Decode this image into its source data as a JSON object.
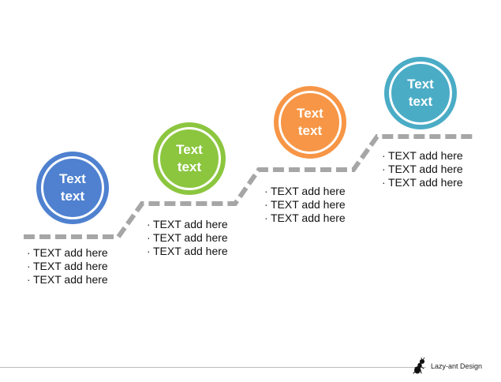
{
  "colors": {
    "path": "#a6a6a6",
    "bullet_text": "#111111"
  },
  "steps": [
    {
      "label": "Text\ntext",
      "color": "#4f81d0",
      "bullets": [
        "TEXT  add here",
        "TEXT  add here",
        "TEXT  add here"
      ]
    },
    {
      "label": "Text\ntext",
      "color": "#8cc63f",
      "bullets": [
        "TEXT  add here",
        "TEXT  add here",
        "TEXT  add here"
      ]
    },
    {
      "label": "Text\ntext",
      "color": "#f79646",
      "bullets": [
        "TEXT  add here",
        "TEXT  add here",
        "TEXT  add here"
      ]
    },
    {
      "label": "Text\ntext",
      "color": "#4bacc6",
      "bullets": [
        "TEXT  add here",
        "TEXT  add here",
        "TEXT  add here"
      ]
    }
  ],
  "bullet_marker": "·",
  "brand": {
    "name": "Lazy-ant Design",
    "icon": "ant-icon"
  }
}
